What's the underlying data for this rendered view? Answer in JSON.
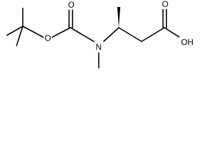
{
  "structure": {
    "atom_labels": {
      "ether_oxygen": "O",
      "carbamate_carbonyl_oxygen": "O",
      "nitrogen": "N",
      "acid_carbonyl_oxygen": "O",
      "hydroxyl": "OH"
    }
  },
  "colors": {
    "bond": "#000000",
    "label": "#000000",
    "background": "#ffffff"
  }
}
